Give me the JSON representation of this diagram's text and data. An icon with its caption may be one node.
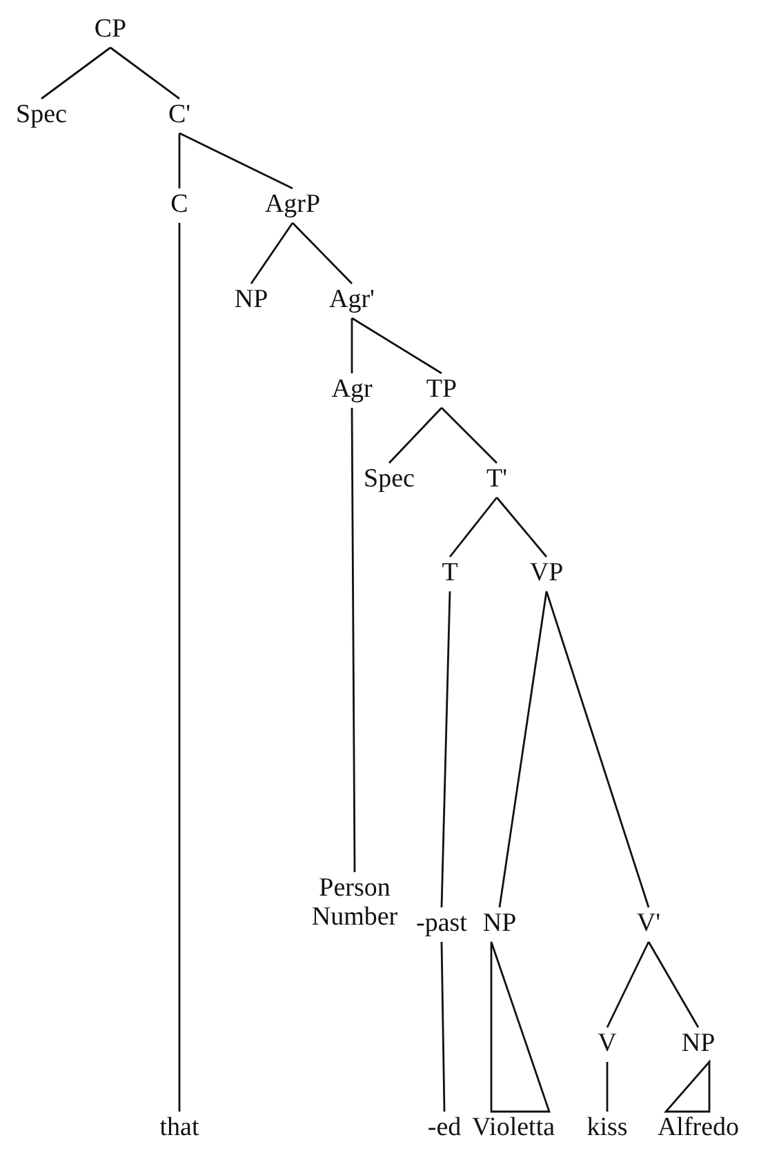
{
  "diagram": {
    "nodes": [
      {
        "text": [
          "CP"
        ]
      },
      {
        "text": [
          "Spec"
        ]
      },
      {
        "text": [
          "C'"
        ]
      },
      {
        "text": [
          "C"
        ]
      },
      {
        "text": [
          "AgrP"
        ]
      },
      {
        "text": [
          "NP"
        ]
      },
      {
        "text": [
          "Agr'"
        ]
      },
      {
        "text": [
          "Agr"
        ]
      },
      {
        "text": [
          "TP"
        ]
      },
      {
        "text": [
          "Spec"
        ]
      },
      {
        "text": [
          "T'"
        ]
      },
      {
        "text": [
          "T"
        ]
      },
      {
        "text": [
          "VP"
        ]
      },
      {
        "text": [
          "Person Number"
        ]
      },
      {
        "text": [
          "-past"
        ]
      },
      {
        "text": [
          "NP"
        ]
      },
      {
        "text": [
          "V'"
        ]
      },
      {
        "text": [
          "V"
        ]
      },
      {
        "text": [
          "NP"
        ]
      },
      {
        "text": [
          "that"
        ]
      },
      {
        "text": [
          "-ed"
        ]
      },
      {
        "text": [
          "Violetta"
        ]
      },
      {
        "text": [
          "kiss"
        ]
      },
      {
        "text": [
          "Alfredo"
        ]
      }
    ],
    "edges": [
      {
        "from": 0,
        "to": 1,
        "arrow": "none"
      },
      {
        "from": 0,
        "to": 2,
        "arrow": "none"
      },
      {
        "from": 2,
        "to": 3,
        "arrow": "none"
      },
      {
        "from": 2,
        "to": 4,
        "arrow": "none"
      },
      {
        "from": 4,
        "to": 5,
        "arrow": "none"
      },
      {
        "from": 4,
        "to": 6,
        "arrow": "none"
      },
      {
        "from": 6,
        "to": 7,
        "arrow": "none"
      },
      {
        "from": 6,
        "to": 8,
        "arrow": "none"
      },
      {
        "from": 8,
        "to": 9,
        "arrow": "none"
      },
      {
        "from": 8,
        "to": 10,
        "arrow": "none"
      },
      {
        "from": 10,
        "to": 11,
        "arrow": "none"
      },
      {
        "from": 10,
        "to": 12,
        "arrow": "none"
      },
      {
        "from": 12,
        "to": 15,
        "arrow": "none"
      },
      {
        "from": 12,
        "to": 16,
        "arrow": "none"
      },
      {
        "from": 16,
        "to": 17,
        "arrow": "none"
      },
      {
        "from": 16,
        "to": 18,
        "arrow": "none"
      },
      {
        "from": 3,
        "to": 19,
        "arrow": "none"
      },
      {
        "from": 7,
        "to": 13,
        "arrow": "none"
      },
      {
        "from": 11,
        "to": 14,
        "arrow": "none"
      },
      {
        "from": 14,
        "to": 20,
        "arrow": "none"
      },
      {
        "from": 15,
        "to": 21,
        "arrow": "none"
      },
      {
        "from": 17,
        "to": 22,
        "arrow": "none"
      },
      {
        "from": 18,
        "to": 23,
        "arrow": "none"
      }
    ]
  }
}
